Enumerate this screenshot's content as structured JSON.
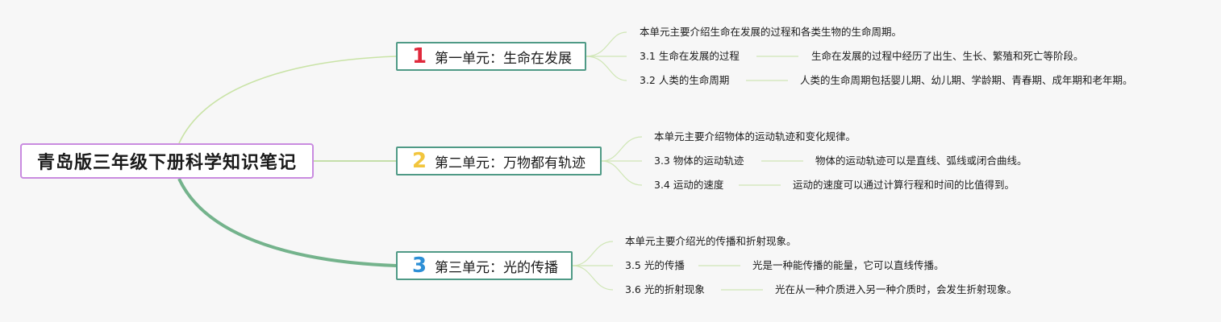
{
  "root": {
    "title": "青岛版三年级下册科学知识笔记"
  },
  "units": [
    {
      "number": "1",
      "number_color": "#e0293c",
      "title": "第一单元：生命在发展",
      "intro": "本单元主要介绍生命在发展的过程和各类生物的生命周期。",
      "topics": [
        {
          "label": "3.1 生命在发展的过程",
          "detail": "生命在发展的过程中经历了出生、生长、繁殖和死亡等阶段。"
        },
        {
          "label": "3.2 人类的生命周期",
          "detail": "人类的生命周期包括婴儿期、幼儿期、学龄期、青春期、成年期和老年期。"
        }
      ]
    },
    {
      "number": "2",
      "number_color": "#f2c53d",
      "title": "第二单元：万物都有轨迹",
      "intro": "本单元主要介绍物体的运动轨迹和变化规律。",
      "topics": [
        {
          "label": "3.3 物体的运动轨迹",
          "detail": "物体的运动轨迹可以是直线、弧线或闭合曲线。"
        },
        {
          "label": "3.4 运动的速度",
          "detail": "运动的速度可以通过计算行程和时间的比值得到。"
        }
      ]
    },
    {
      "number": "3",
      "number_color": "#2d8fd6",
      "title": "第三单元：光的传播",
      "intro": "本单元主要介绍光的传播和折射现象。",
      "topics": [
        {
          "label": "3.5 光的传播",
          "detail": "光是一种能传播的能量，它可以直线传播。"
        },
        {
          "label": "3.6 光的折射现象",
          "detail": "光在从一种介质进入另一种介质时，会发生折射现象。"
        }
      ]
    }
  ],
  "colors": {
    "root_border": "#c98be0",
    "unit_border": "#4f9a86",
    "branch_1": "#c9e3a6",
    "branch_2": "#b3d68f",
    "branch_3": "#74b38c",
    "leaf_line": "#cfe6b5"
  }
}
